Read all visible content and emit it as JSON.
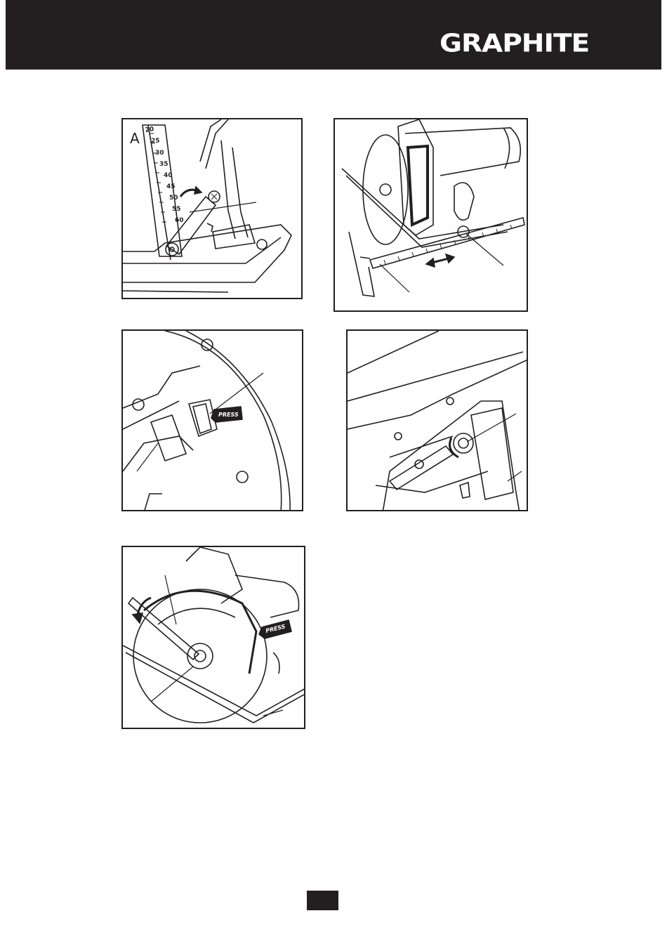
{
  "header": {
    "brand": "GRAPHITE"
  },
  "figures": {
    "fig_a": {
      "letter": "A",
      "scale": [
        "20",
        "25",
        "30",
        "35",
        "40",
        "45",
        "50",
        "55",
        "60"
      ]
    },
    "fig_d": {
      "press": "PRESS"
    },
    "fig_e": {
      "press": "PRESS"
    }
  },
  "footer": {
    "page_number": ""
  }
}
